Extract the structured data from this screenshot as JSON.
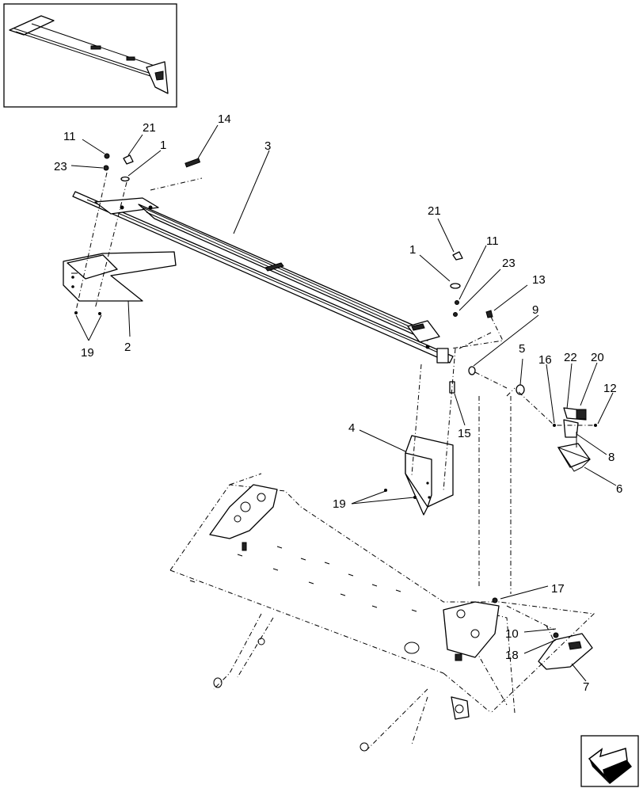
{
  "callouts": [
    {
      "id": "c-11a",
      "label": "11"
    },
    {
      "id": "c-21a",
      "label": "21"
    },
    {
      "id": "c-1a",
      "label": "1"
    },
    {
      "id": "c-23a",
      "label": "23"
    },
    {
      "id": "c-14",
      "label": "14"
    },
    {
      "id": "c-3",
      "label": "3"
    },
    {
      "id": "c-19a",
      "label": "19"
    },
    {
      "id": "c-2",
      "label": "2"
    },
    {
      "id": "c-21b",
      "label": "21"
    },
    {
      "id": "c-1b",
      "label": "1"
    },
    {
      "id": "c-11b",
      "label": "11"
    },
    {
      "id": "c-23b",
      "label": "23"
    },
    {
      "id": "c-13",
      "label": "13"
    },
    {
      "id": "c-9",
      "label": "9"
    },
    {
      "id": "c-5",
      "label": "5"
    },
    {
      "id": "c-16",
      "label": "16"
    },
    {
      "id": "c-22",
      "label": "22"
    },
    {
      "id": "c-20",
      "label": "20"
    },
    {
      "id": "c-12",
      "label": "12"
    },
    {
      "id": "c-15",
      "label": "15"
    },
    {
      "id": "c-8",
      "label": "8"
    },
    {
      "id": "c-4",
      "label": "4"
    },
    {
      "id": "c-6",
      "label": "6"
    },
    {
      "id": "c-19b",
      "label": "19"
    },
    {
      "id": "c-17",
      "label": "17"
    },
    {
      "id": "c-10",
      "label": "10"
    },
    {
      "id": "c-18",
      "label": "18"
    },
    {
      "id": "c-7",
      "label": "7"
    }
  ]
}
